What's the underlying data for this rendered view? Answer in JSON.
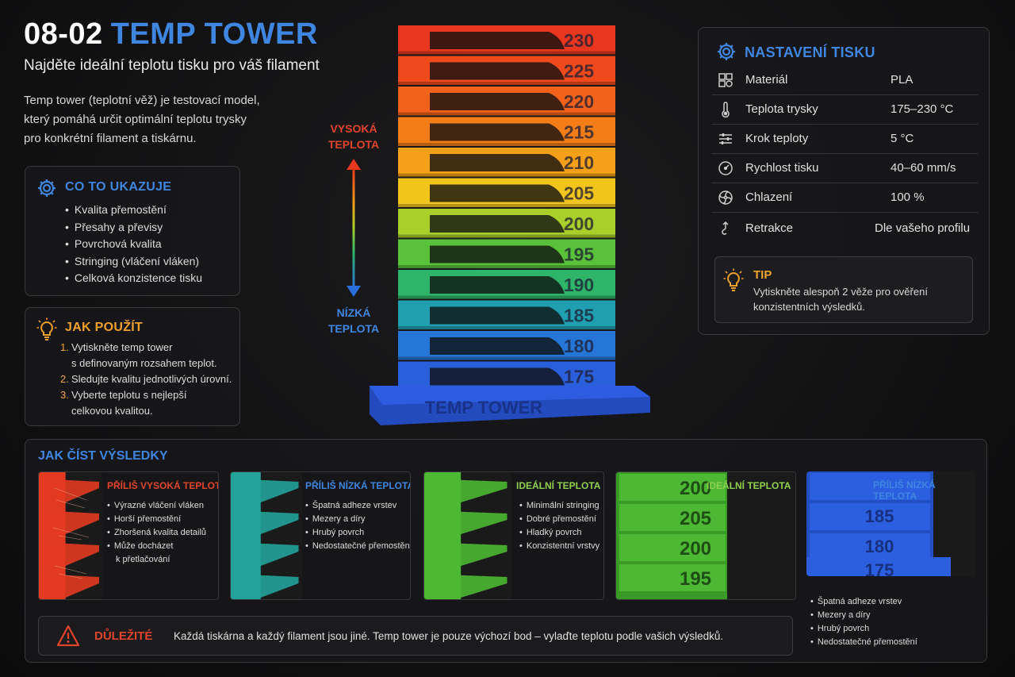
{
  "header": {
    "code": "08-02",
    "name": "TEMP TOWER",
    "subtitle": "Najděte ideální teplotu tisku pro váš filament",
    "intro": [
      "Temp tower (teplotní věž) je testovací model,",
      "který pomáhá určit optimální teplotu trysky",
      "pro konkrétní filament a tiskárnu."
    ]
  },
  "what": {
    "title": "CO TO UKAZUJE",
    "items": [
      "Kvalita přemostění",
      "Přesahy a převisy",
      "Povrchová kvalita",
      "Stringing (vláčení vláken)",
      "Celková konzistence tisku"
    ]
  },
  "how": {
    "title": "JAK POUŽÍT",
    "steps": [
      {
        "n": "1.",
        "lines": [
          "Vytiskněte temp tower",
          "s definovaným rozsahem teplot."
        ]
      },
      {
        "n": "2.",
        "lines": [
          "Sledujte kvalitu jednotlivých úrovní."
        ]
      },
      {
        "n": "3.",
        "lines": [
          "Vyberte teplotu s nejlepší",
          "celkovou kvalitou."
        ]
      }
    ]
  },
  "tower": {
    "high_label": [
      "VYSOKÁ",
      "TEPLOTA"
    ],
    "low_label": [
      "NÍZKÁ",
      "TEPLOTA"
    ],
    "levels": [
      {
        "temp": "230",
        "color": "#e8361f"
      },
      {
        "temp": "225",
        "color": "#ee4a1c"
      },
      {
        "temp": "220",
        "color": "#f2621a"
      },
      {
        "temp": "215",
        "color": "#f47d17"
      },
      {
        "temp": "210",
        "color": "#f4a018"
      },
      {
        "temp": "205",
        "color": "#f2c51c"
      },
      {
        "temp": "200",
        "color": "#a9cf2a"
      },
      {
        "temp": "195",
        "color": "#59c23a"
      },
      {
        "temp": "190",
        "color": "#2fb56a"
      },
      {
        "temp": "185",
        "color": "#1f9fb0"
      },
      {
        "temp": "180",
        "color": "#2576d6"
      },
      {
        "temp": "175",
        "color": "#2a5fdc"
      }
    ],
    "base_label": "TEMP TOWER",
    "base_color": "#2d5ce0"
  },
  "settings": {
    "title": "NASTAVENÍ TISKU",
    "rows": [
      {
        "icon": "material-icon",
        "label": "Materiál",
        "value": "PLA"
      },
      {
        "icon": "thermometer-icon",
        "label": "Teplota trysky",
        "value": "175–230 °C"
      },
      {
        "icon": "sliders-icon",
        "label": "Krok teploty",
        "value": "5 °C"
      },
      {
        "icon": "speedometer-icon",
        "label": "Rychlost tisku",
        "value": "40–60 mm/s"
      },
      {
        "icon": "fan-icon",
        "label": "Chlazení",
        "value": "100 %"
      },
      {
        "icon": "retraction-icon",
        "label": "Retrakce",
        "value": "Dle vašeho profilu"
      }
    ],
    "tip": {
      "label": "TIP",
      "lines": [
        "Vytiskněte alespoň 2 věže pro ověření",
        "konzistentních výsledků."
      ]
    }
  },
  "results": {
    "title": "JAK ČÍST VÝSLEDKY",
    "cards": [
      {
        "title": "PŘÍLIŠ VYSOKÁ TEPLOTA",
        "title_color": "#e0452c",
        "print_color": "#e23a20",
        "items": [
          "Výrazné vláčení vláken",
          "Horší přemostění",
          "Zhoršená kvalita detailů",
          "Může docházet"
        ],
        "cont": "k přetlačování"
      },
      {
        "title": "PŘÍLIŠ NÍZKÁ TEPLOTA",
        "title_color": "#3f86e0",
        "print_color": "#22a29a",
        "items": [
          "Špatná adheze vrstev",
          "Mezery a díry",
          "Hrubý povrch",
          "Nedostatečné přemostění"
        ]
      },
      {
        "title": "IDEÁLNÍ TEPLOTA",
        "title_color": "#8fd14f",
        "print_color": "#4cb833",
        "items": [
          "Minimální stringing",
          "Dobré přemostění",
          "Hladký povrch",
          "Konzistentní vrstvy"
        ]
      },
      {
        "title": "IDEÁLNÍ TEPLOTA",
        "title_color": "#8fd14f",
        "print_color": "#46b02e",
        "temps": [
          "200",
          "205",
          "200",
          "195"
        ]
      },
      {
        "title": "PŘÍLIŠ NÍZKÁ TEPLOTA",
        "title_color": "#3f86e0",
        "print_color": "#2b5fe0",
        "temps": [
          "185",
          "180",
          "175"
        ],
        "items": [
          "Špatná adheze vrstev",
          "Mezery a díry",
          "Hrubý povrch",
          "Nedostatečné přemostění"
        ]
      }
    ],
    "important": {
      "label": "DŮLEŽITÉ",
      "text": "Každá tiskárna a každý filament jsou jiné. Temp tower je pouze výchozí bod – vylaďte teplotu podle vašich výsledků."
    }
  }
}
